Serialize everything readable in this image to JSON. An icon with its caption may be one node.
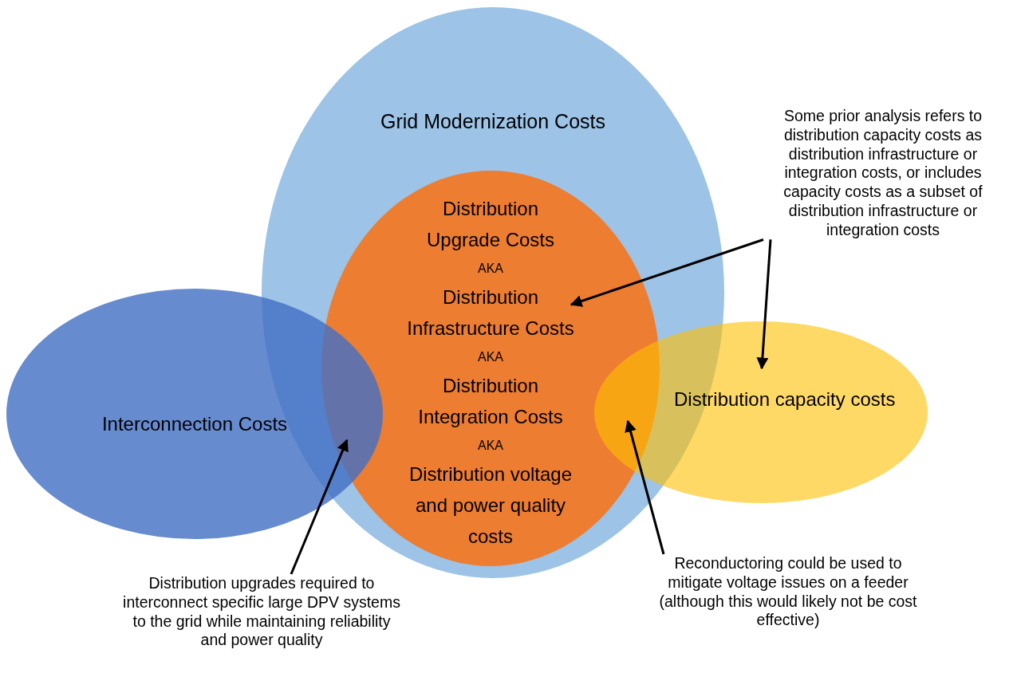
{
  "diagram": {
    "nodes": [
      {
        "text": [
          "Grid Modernization Costs"
        ]
      },
      {
        "text": [
          "Distribution Upgrade Costs",
          "AKA",
          "Distribution Infrastructure Costs",
          "AKA",
          "Distribution Integration Costs",
          "AKA",
          "Distribution voltage and power quality costs"
        ],
        "in": 0
      },
      {
        "text": [
          "Interconnection Costs"
        ]
      },
      {
        "text": [
          "Distribution capacity costs"
        ]
      },
      {
        "text": [
          "Some prior analysis refers to distribution capacity costs as distribution infrastructure or integration costs, or includes capacity costs as a subset of distribution infrastructure or integration costs"
        ]
      },
      {
        "text": [
          "Distribution upgrades required to interconnect specific large DPV systems to the grid while maintaining reliability and power quality"
        ]
      },
      {
        "text": [
          "Reconductoring could be used to mitigate voltage issues on a feeder (although this would likely not be cost effective)"
        ]
      }
    ],
    "edges": [
      {
        "from": 4,
        "to": 1,
        "arrow": "to"
      },
      {
        "from": 4,
        "to": 3,
        "arrow": "to"
      },
      {
        "from": 5,
        "to": 2,
        "arrow": "to"
      },
      {
        "from": 6,
        "to": 3,
        "arrow": "to"
      }
    ]
  }
}
